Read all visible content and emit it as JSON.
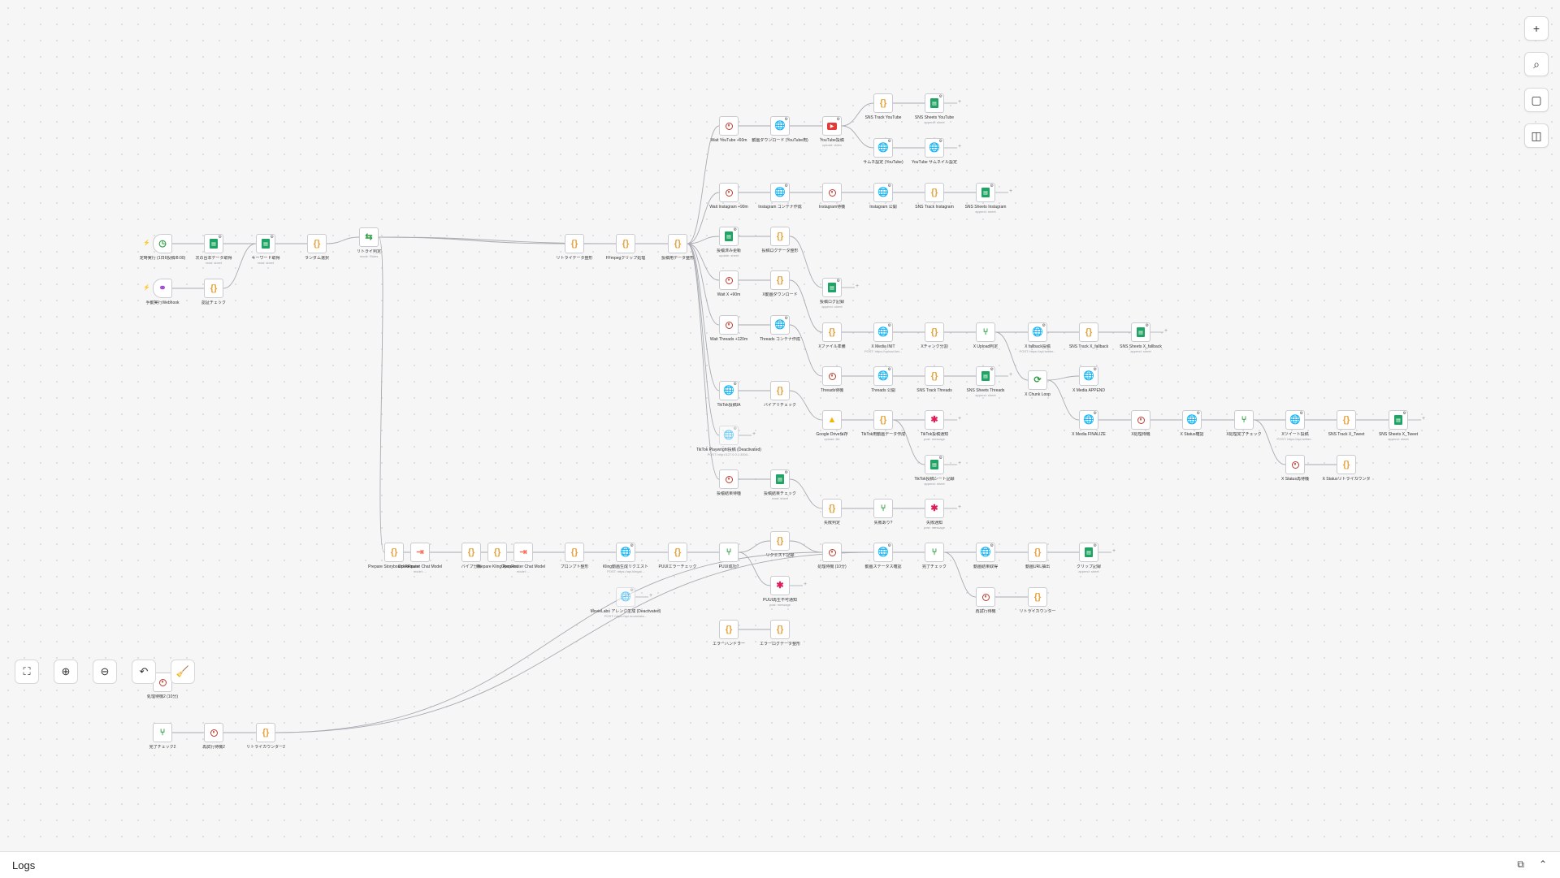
{
  "toolbar": {
    "add": "+",
    "search": "⌕",
    "note": "▢",
    "panel": "◫"
  },
  "controls": {
    "fit": "⛶",
    "zoom_in": "⊕",
    "zoom_out": "⊖",
    "undo": "↶",
    "tidy": "🧹"
  },
  "logs": {
    "title": "Logs",
    "popout": "⧉",
    "chevron": "⌃"
  },
  "colors": {
    "wire": "#a9abb1",
    "node_border": "#c9cbd1",
    "sheets": "#1fa463",
    "code": "#e6a23c",
    "http": "#3d5ad6",
    "wait": "#c0392b"
  },
  "nodes": [
    {
      "id": "t1",
      "label": "定時実行 (1日6投稿/8:00)",
      "sub": "",
      "icon": "time",
      "trigger": true
    },
    {
      "id": "t2",
      "label": "手動実行Webhook",
      "sub": "",
      "icon": "webhook",
      "trigger": true
    },
    {
      "id": "n1",
      "label": "次の台本データ取得",
      "sub": "read: sheet",
      "icon": "sheet"
    },
    {
      "id": "n2",
      "label": "キーワード取得",
      "sub": "read: sheet",
      "icon": "sheet"
    },
    {
      "id": "n3",
      "label": "ランダム選択",
      "sub": "",
      "icon": "code"
    },
    {
      "id": "n4",
      "label": "認証チェック",
      "sub": "",
      "icon": "code"
    },
    {
      "id": "n5",
      "label": "リトライ判定",
      "sub": "mode: Rules",
      "icon": "switch"
    },
    {
      "id": "n6",
      "label": "リトライデータ整形",
      "sub": "",
      "icon": "code"
    },
    {
      "id": "n7",
      "label": "FFmpegクリップ処理",
      "sub": "",
      "icon": "code"
    },
    {
      "id": "n8",
      "label": "投稿用データ整形",
      "sub": "",
      "icon": "code"
    },
    {
      "id": "w1",
      "label": "Wait YouTube +60m",
      "sub": "",
      "icon": "wait"
    },
    {
      "id": "h1",
      "label": "動画ダウンロード (YouTube用)",
      "sub": "",
      "icon": "http"
    },
    {
      "id": "y1",
      "label": "YouTube投稿",
      "sub": "upload: video",
      "icon": "yt"
    },
    {
      "id": "c1",
      "label": "SNS Track YouTube",
      "sub": "",
      "icon": "code"
    },
    {
      "id": "s1",
      "label": "SNS Sheets YouTube",
      "sub": "append: sheet",
      "icon": "sheet"
    },
    {
      "id": "h2",
      "label": "サムネ設定 (YouTube)",
      "sub": "",
      "icon": "http"
    },
    {
      "id": "h3",
      "label": "YouTube サムネイル設定",
      "sub": "",
      "icon": "http"
    },
    {
      "id": "w2",
      "label": "Wait Instagram +90m",
      "sub": "",
      "icon": "wait"
    },
    {
      "id": "h4",
      "label": "Instagram コンテナ作成",
      "sub": "",
      "icon": "http"
    },
    {
      "id": "w3",
      "label": "Instagram待機",
      "sub": "",
      "icon": "wait"
    },
    {
      "id": "h5",
      "label": "Instagram 公開",
      "sub": "",
      "icon": "http"
    },
    {
      "id": "c2",
      "label": "SNS Track Instagram",
      "sub": "",
      "icon": "code"
    },
    {
      "id": "s2",
      "label": "SNS Sheets Instagram",
      "sub": "append: sheet",
      "icon": "sheet"
    },
    {
      "id": "s3",
      "label": "投稿済み更新",
      "sub": "update: sheet",
      "icon": "sheet"
    },
    {
      "id": "c3",
      "label": "投稿ログデータ整形",
      "sub": "",
      "icon": "code"
    },
    {
      "id": "s4",
      "label": "投稿ログ記録",
      "sub": "append: sheet",
      "icon": "sheet"
    },
    {
      "id": "w4",
      "label": "Wait X +90m",
      "sub": "",
      "icon": "wait"
    },
    {
      "id": "c4",
      "label": "X動画ダウンロード",
      "sub": "",
      "icon": "code"
    },
    {
      "id": "c5",
      "label": "Xファイル準備",
      "sub": "",
      "icon": "code"
    },
    {
      "id": "h6",
      "label": "X Media INIT",
      "sub": "POST: https://upload.twi...",
      "icon": "http"
    },
    {
      "id": "c6",
      "label": "Xチャンク分割",
      "sub": "",
      "icon": "code"
    },
    {
      "id": "i1",
      "label": "X Upload判定",
      "sub": "",
      "icon": "if"
    },
    {
      "id": "h7",
      "label": "X fallback投稿",
      "sub": "POST: https://api.twitter...",
      "icon": "http"
    },
    {
      "id": "c7",
      "label": "SNS Track X_fallback",
      "sub": "",
      "icon": "code"
    },
    {
      "id": "s5",
      "label": "SNS Sheets X_fallback",
      "sub": "append: sheet",
      "icon": "sheet"
    },
    {
      "id": "w5",
      "label": "Wait Threads +120m",
      "sub": "",
      "icon": "wait"
    },
    {
      "id": "h8",
      "label": "Threads コンテナ作成",
      "sub": "",
      "icon": "http"
    },
    {
      "id": "w6",
      "label": "Threads待機",
      "sub": "",
      "icon": "wait"
    },
    {
      "id": "h9",
      "label": "Threads 公開",
      "sub": "",
      "icon": "http"
    },
    {
      "id": "c8",
      "label": "SNS Track Threads",
      "sub": "",
      "icon": "code"
    },
    {
      "id": "s6",
      "label": "SNS Sheets Threads",
      "sub": "append: sheet",
      "icon": "sheet"
    },
    {
      "id": "l1",
      "label": "X Chunk Loop",
      "sub": "",
      "icon": "loop"
    },
    {
      "id": "h10",
      "label": "X Media APPEND",
      "sub": "",
      "icon": "http"
    },
    {
      "id": "h11",
      "label": "X Media FINALIZE",
      "sub": "",
      "icon": "http"
    },
    {
      "id": "w7",
      "label": "X処理待機",
      "sub": "",
      "icon": "wait"
    },
    {
      "id": "h12",
      "label": "X Status確認",
      "sub": "",
      "icon": "http"
    },
    {
      "id": "i2",
      "label": "X処理完了チェック",
      "sub": "",
      "icon": "if"
    },
    {
      "id": "h13",
      "label": "Xツイート投稿",
      "sub": "POST: https://api.twitter...",
      "icon": "http"
    },
    {
      "id": "c9",
      "label": "SNS Track X_Tweet",
      "sub": "",
      "icon": "code"
    },
    {
      "id": "s7",
      "label": "SNS Sheets X_Tweet",
      "sub": "append: sheet",
      "icon": "sheet"
    },
    {
      "id": "w8",
      "label": "X Status再待機",
      "sub": "",
      "icon": "wait"
    },
    {
      "id": "c10",
      "label": "X Statusリトライカウンタ",
      "sub": "",
      "icon": "code"
    },
    {
      "id": "h14",
      "label": "TikTok投稿IA",
      "sub": "",
      "icon": "http"
    },
    {
      "id": "c11",
      "label": "バイアリチェック",
      "sub": "",
      "icon": "code"
    },
    {
      "id": "g1",
      "label": "Google Drive保存",
      "sub": "upload: file",
      "icon": "drive"
    },
    {
      "id": "c12",
      "label": "TikTok用動画データ作成",
      "sub": "",
      "icon": "code"
    },
    {
      "id": "sl1",
      "label": "TikTok投稿通知",
      "sub": "post: message",
      "icon": "slack"
    },
    {
      "id": "s8",
      "label": "TikTok投稿シート記録",
      "sub": "append: sheet",
      "icon": "sheet"
    },
    {
      "id": "h15",
      "label": "TikTok Playwright投稿 (Deactivated)",
      "sub": "POST: http://127.0.0.1:3000...",
      "icon": "http",
      "disabled": true
    },
    {
      "id": "w9",
      "label": "投稿結果待機",
      "sub": "",
      "icon": "wait"
    },
    {
      "id": "s9",
      "label": "投稿結果チェック",
      "sub": "read: sheet",
      "icon": "sheet"
    },
    {
      "id": "c13",
      "label": "失敗判定",
      "sub": "",
      "icon": "code"
    },
    {
      "id": "i3",
      "label": "失敗あり?",
      "sub": "",
      "icon": "if"
    },
    {
      "id": "sl2",
      "label": "失敗通知",
      "sub": "post: message",
      "icon": "slack"
    },
    {
      "id": "c14",
      "label": "Prepare Storyboard Request",
      "sub": "",
      "icon": "code"
    },
    {
      "id": "a1",
      "label": "OpenRouter Chat Model",
      "sub": "model: ...",
      "icon": "ai"
    },
    {
      "id": "c15",
      "label": "バイブ分解",
      "sub": "",
      "icon": "code"
    },
    {
      "id": "c16",
      "label": "Prepare Kling Request",
      "sub": "",
      "icon": "code"
    },
    {
      "id": "a2",
      "label": "OpenRouter Chat Model",
      "sub": "model: ...",
      "icon": "ai"
    },
    {
      "id": "c17",
      "label": "プロンプト整形",
      "sub": "",
      "icon": "code"
    },
    {
      "id": "h16",
      "label": "Kling動画生成リクエスト",
      "sub": "POST: https://api.klingai...",
      "icon": "http"
    },
    {
      "id": "c18",
      "label": "PUUIエラーチェック",
      "sub": "",
      "icon": "code"
    },
    {
      "id": "i4",
      "label": "PUUI成功?",
      "sub": "",
      "icon": "if"
    },
    {
      "id": "c19",
      "label": "リクエスト記録",
      "sub": "",
      "icon": "code"
    },
    {
      "id": "sl3",
      "label": "PUUI再生不可通知",
      "sub": "post: message",
      "icon": "slack"
    },
    {
      "id": "w10",
      "label": "処理待機 (10分)",
      "sub": "",
      "icon": "wait"
    },
    {
      "id": "h17",
      "label": "動画ステータス確認",
      "sub": "",
      "icon": "http"
    },
    {
      "id": "i5",
      "label": "完了チェック",
      "sub": "",
      "icon": "if"
    },
    {
      "id": "h18",
      "label": "動画結果取得",
      "sub": "",
      "icon": "http"
    },
    {
      "id": "c20",
      "label": "動画URL抽出",
      "sub": "",
      "icon": "code"
    },
    {
      "id": "s10",
      "label": "クリップ記録",
      "sub": "append: sheet",
      "icon": "sheet"
    },
    {
      "id": "w11",
      "label": "再試行待機",
      "sub": "",
      "icon": "wait"
    },
    {
      "id": "c21",
      "label": "リトライカウンター",
      "sub": "",
      "icon": "code"
    },
    {
      "id": "h19",
      "label": "MovieLabs アレンジ生成 (Deactivated)",
      "sub": "POST: https://api.movielabs...",
      "icon": "http",
      "disabled": true
    },
    {
      "id": "c22",
      "label": "エラーハンドラー",
      "sub": "",
      "icon": "code"
    },
    {
      "id": "c23",
      "label": "エラーログデータ整形",
      "sub": "",
      "icon": "code"
    },
    {
      "id": "w12",
      "label": "処理待機2 (10分)",
      "sub": "",
      "icon": "wait"
    },
    {
      "id": "i6",
      "label": "完了チェック2",
      "sub": "",
      "icon": "if"
    },
    {
      "id": "w13",
      "label": "再試行待機2",
      "sub": "",
      "icon": "wait"
    },
    {
      "id": "c24",
      "label": "リトライカウンター2",
      "sub": "",
      "icon": "code"
    }
  ]
}
